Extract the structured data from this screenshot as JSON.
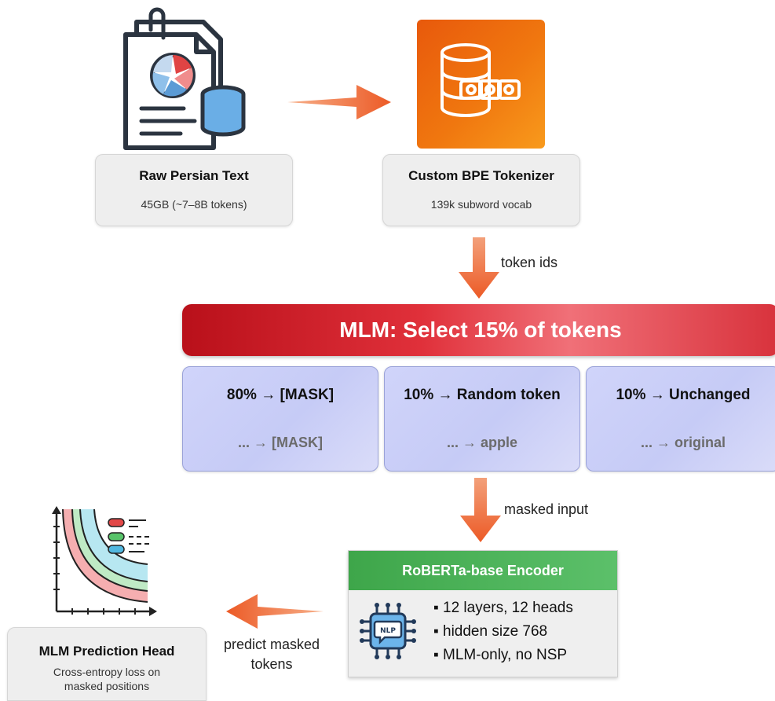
{
  "raw_text": {
    "title": "Raw Persian Text",
    "subtitle": "45GB (~7–8B tokens)",
    "icon": "document-database-icon"
  },
  "tokenizer": {
    "title": "Custom BPE Tokenizer",
    "subtitle": "139k subword vocab",
    "icon": "database-chain-icon"
  },
  "edges": {
    "token_ids": "token ids",
    "masked_input": "masked input",
    "predict": "predict masked tokens"
  },
  "mlm": {
    "title": "MLM: Select 15% of tokens",
    "options": [
      {
        "title": "80% → [MASK]",
        "example": "... → [MASK]"
      },
      {
        "title": "10% → Random token",
        "example": "... → apple"
      },
      {
        "title": "10% → Unchanged",
        "example": "... → original"
      }
    ]
  },
  "encoder": {
    "title": "RoBERTa-base Encoder",
    "chip_label": "NLP",
    "items": [
      "▪ 12 layers, 12 heads",
      "▪ hidden size 768",
      "▪ MLM-only, no NSP"
    ]
  },
  "head": {
    "title": "MLM Prediction Head",
    "line1": "Cross-entropy loss on",
    "line2": "masked positions",
    "icon": "loss-curve-chart-icon"
  },
  "colors": {
    "arrow": "#ee6a2e",
    "banner": "#c8141e",
    "options": "#c9cdf7",
    "encoder_header": "#4cb35a"
  }
}
